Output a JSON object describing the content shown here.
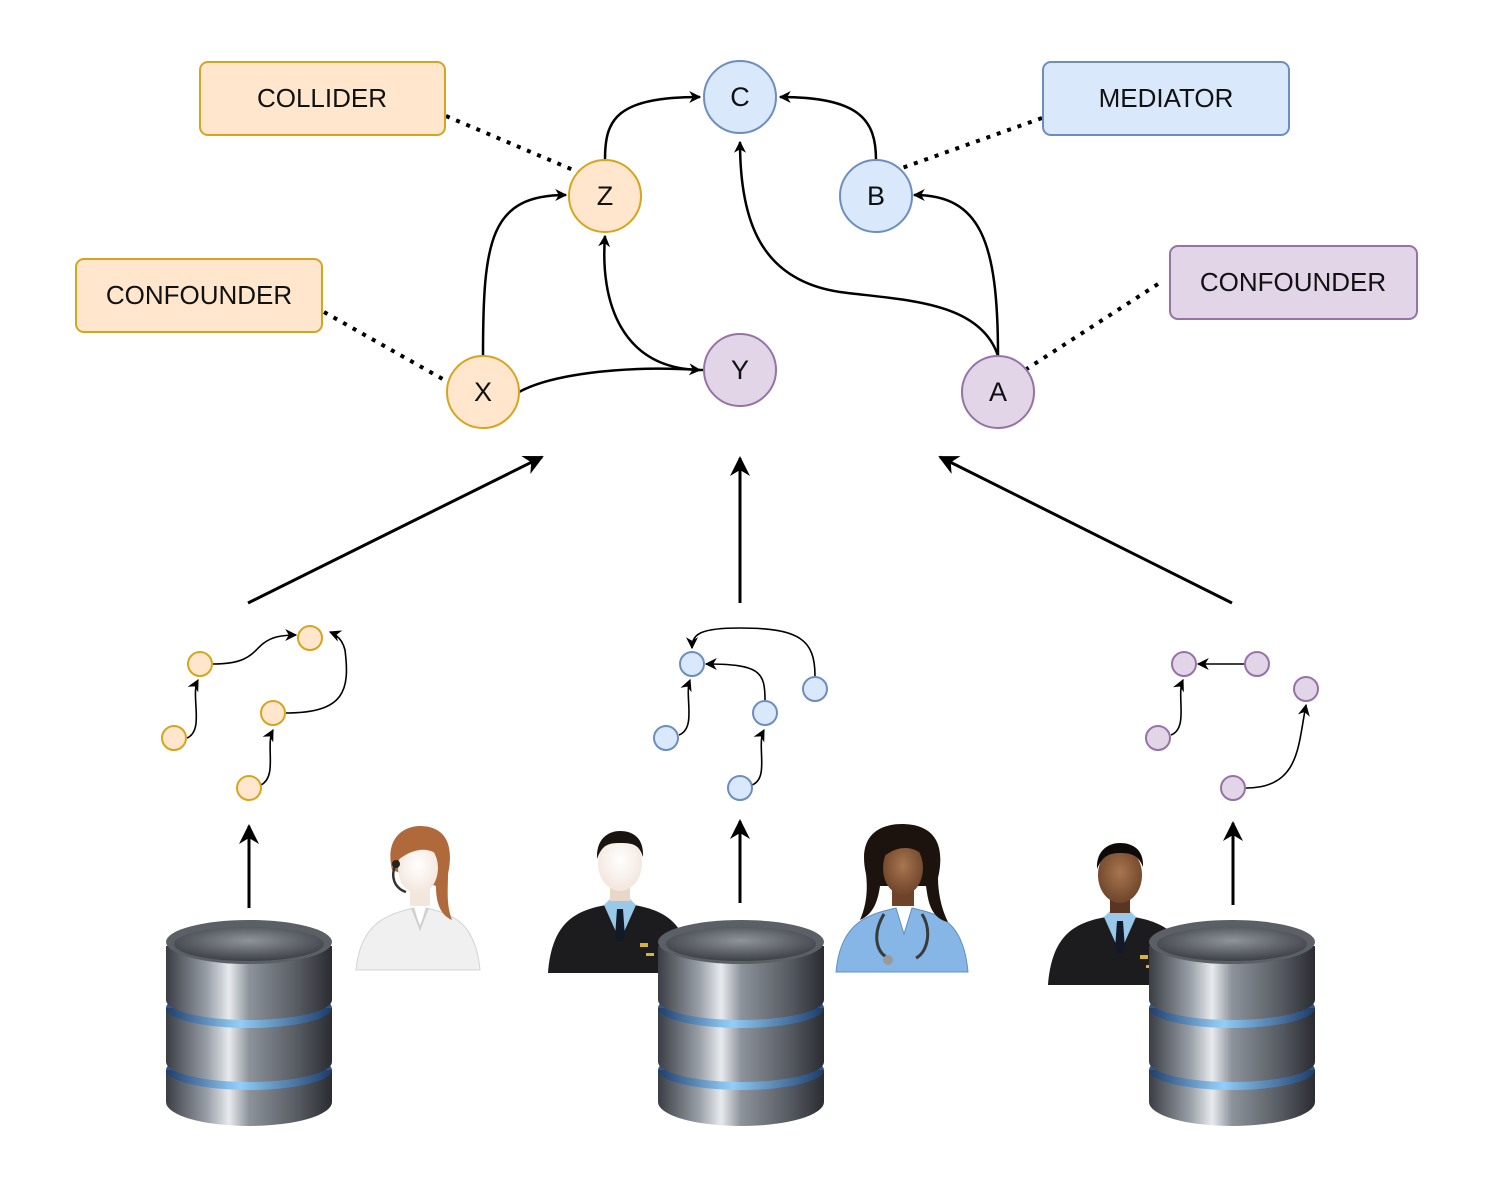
{
  "colors": {
    "orange_fill": "#ffe6cc",
    "orange_stroke": "#d6a520",
    "blue_fill": "#dae8fc",
    "blue_stroke": "#6c8ebf",
    "purple_fill": "#e1d5e7",
    "purple_stroke": "#9673a6",
    "edge": "#000000"
  },
  "labels": {
    "collider": "COLLIDER",
    "mediator": "MEDIATOR",
    "confounder_left": "CONFOUNDER",
    "confounder_right": "CONFOUNDER"
  },
  "nodes": {
    "c": "C",
    "z": "Z",
    "b": "B",
    "x": "X",
    "y": "Y",
    "a": "A"
  },
  "sources": [
    {
      "group": "orange",
      "people": [
        "woman-headset-person-icon"
      ],
      "icon": "database-icon"
    },
    {
      "group": "blue",
      "people": [
        "officer-person-icon",
        "doctor-woman-person-icon"
      ],
      "icon": "database-icon"
    },
    {
      "group": "purple",
      "people": [
        "officer-person-icon"
      ],
      "icon": "database-icon"
    }
  ]
}
